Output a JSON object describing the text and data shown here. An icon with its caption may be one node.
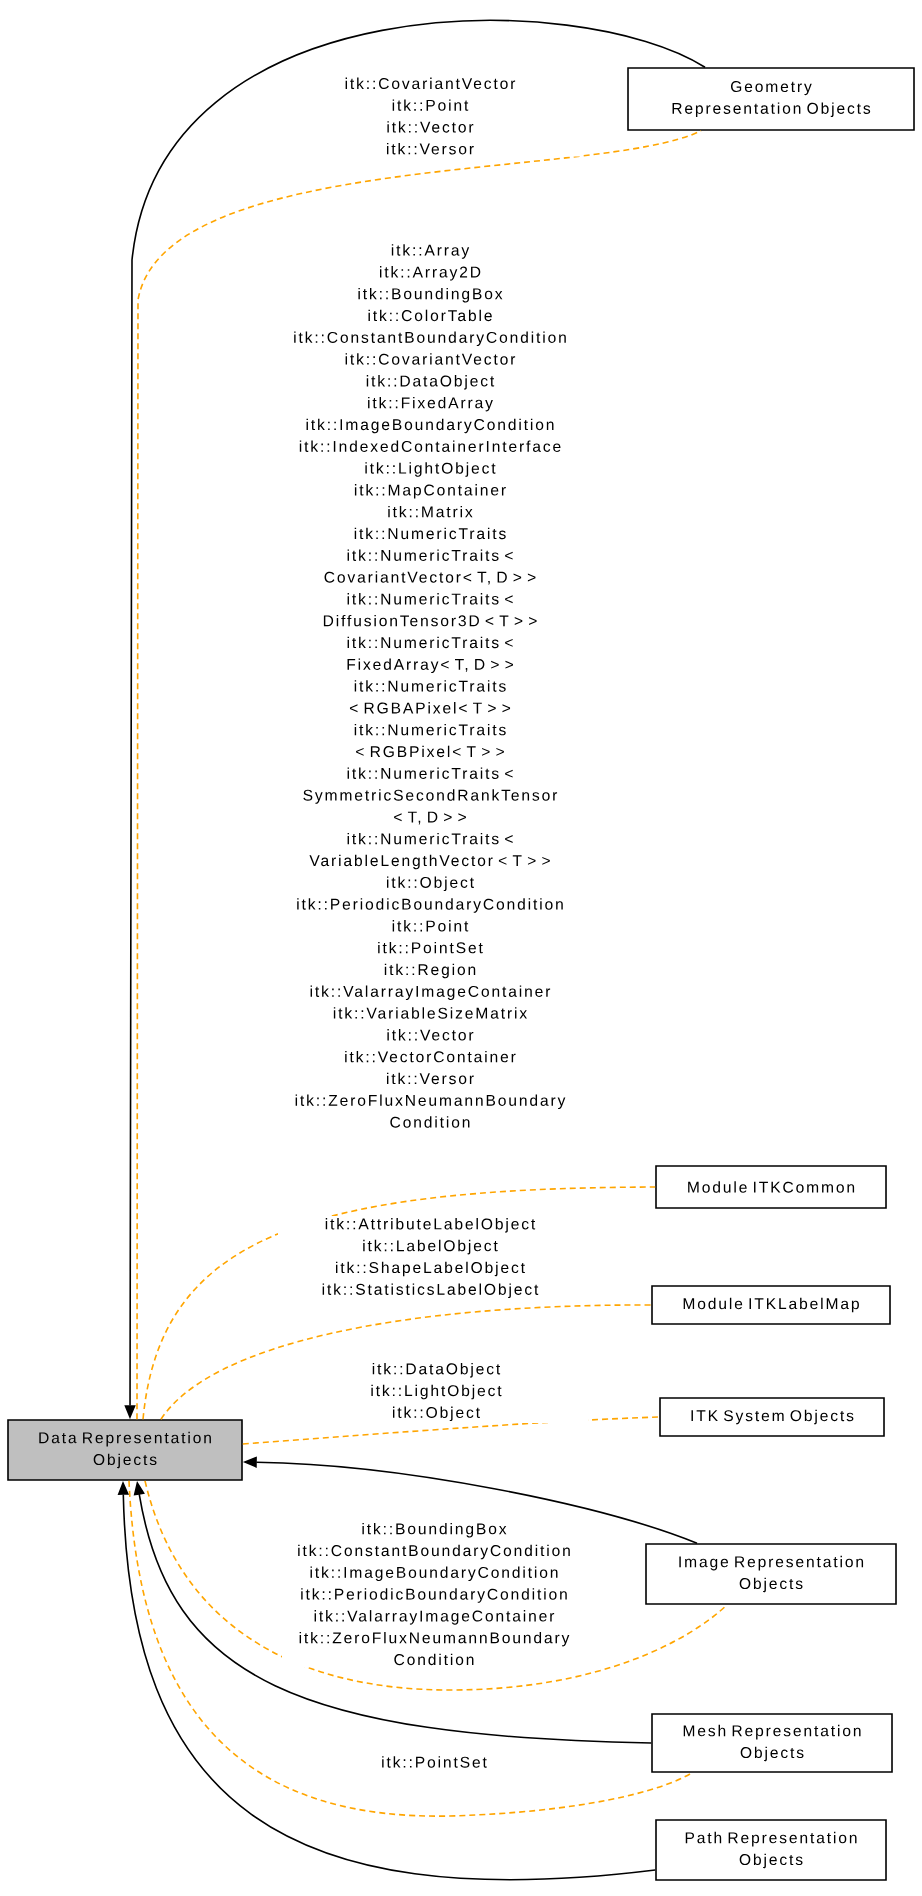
{
  "diagram": {
    "nodes": [
      {
        "text": [
          "Geometry Representation Objects"
        ]
      },
      {
        "text": [
          "Module ITKCommon"
        ]
      },
      {
        "text": [
          "Module ITKLabelMap"
        ]
      },
      {
        "text": [
          "ITK System Objects"
        ]
      },
      {
        "text": [
          "Data Representation Objects"
        ]
      },
      {
        "text": [
          "Image Representation Objects"
        ]
      },
      {
        "text": [
          "Mesh Representation Objects"
        ]
      },
      {
        "text": [
          "Path Representation Objects"
        ]
      }
    ],
    "edges": [
      {
        "from": 0,
        "to": 4,
        "arrow": "to",
        "color": "#000000"
      },
      {
        "from": 4,
        "to": 0,
        "arrow": "none",
        "style": "dashed",
        "color": "#ffa500",
        "label": [
          "itk::CovariantVector",
          "itk::Point",
          "itk::Vector",
          "itk::Versor"
        ]
      },
      {
        "from": 4,
        "to": 1,
        "arrow": "none",
        "style": "dashed",
        "color": "#ffa500",
        "label": [
          "itk::Array",
          "itk::Array2D",
          "itk::BoundingBox",
          "itk::ColorTable",
          "itk::ConstantBoundaryCondition",
          "itk::CovariantVector",
          "itk::DataObject",
          "itk::FixedArray",
          "itk::ImageBoundaryCondition",
          "itk::IndexedContainerInterface",
          "itk::LightObject",
          "itk::MapContainer",
          "itk::Matrix",
          "itk::NumericTraits",
          "itk::NumericTraits < CovariantVector< T, D > >",
          "itk::NumericTraits < DiffusionTensor3D < T > >",
          "itk::NumericTraits < FixedArray< T, D > >",
          "itk::NumericTraits < RGBAPixel< T > >",
          "itk::NumericTraits < RGBPixel< T > >",
          "itk::NumericTraits < SymmetricSecondRankTensor < T, D > >",
          "itk::NumericTraits < VariableLengthVector < T > >",
          "itk::Object",
          "itk::PeriodicBoundaryCondition",
          "itk::Point",
          "itk::PointSet",
          "itk::Region",
          "itk::ValarrayImageContainer",
          "itk::VariableSizeMatrix",
          "itk::Vector",
          "itk::VectorContainer",
          "itk::Versor",
          "itk::ZeroFluxNeumannBoundary Condition"
        ]
      },
      {
        "from": 4,
        "to": 2,
        "arrow": "none",
        "style": "dashed",
        "color": "#ffa500",
        "label": [
          "itk::AttributeLabelObject",
          "itk::LabelObject",
          "itk::ShapeLabelObject",
          "itk::StatisticsLabelObject"
        ]
      },
      {
        "from": 4,
        "to": 3,
        "arrow": "none",
        "style": "dashed",
        "color": "#ffa500",
        "label": [
          "itk::DataObject",
          "itk::LightObject",
          "itk::Object"
        ]
      },
      {
        "from": 5,
        "to": 4,
        "arrow": "to",
        "color": "#000000"
      },
      {
        "from": 4,
        "to": 5,
        "arrow": "none",
        "style": "dashed",
        "color": "#ffa500",
        "label": [
          "itk::BoundingBox",
          "itk::ConstantBoundaryCondition",
          "itk::ImageBoundaryCondition",
          "itk::PeriodicBoundaryCondition",
          "itk::ValarrayImageContainer",
          "itk::ZeroFluxNeumannBoundary Condition"
        ]
      },
      {
        "from": 6,
        "to": 4,
        "arrow": "to",
        "color": "#000000"
      },
      {
        "from": 4,
        "to": 6,
        "arrow": "none",
        "style": "dashed",
        "color": "#ffa500",
        "label": [
          "itk::PointSet"
        ]
      },
      {
        "from": 7,
        "to": 4,
        "arrow": "to",
        "color": "#000000"
      }
    ]
  }
}
